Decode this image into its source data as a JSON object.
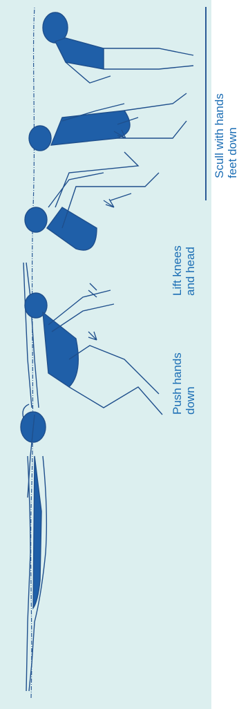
{
  "figure": {
    "panel_color": "#dcefef",
    "ink_color": "#1a5fa8",
    "caption_color": "#1a6db4"
  },
  "captions": {
    "push": {
      "line1": "Push hands",
      "line2": "down"
    },
    "lift": {
      "line1": "Lift knees",
      "line2": "and head"
    },
    "scull": {
      "line1": "Scull with hands",
      "line2": "feet down"
    }
  }
}
